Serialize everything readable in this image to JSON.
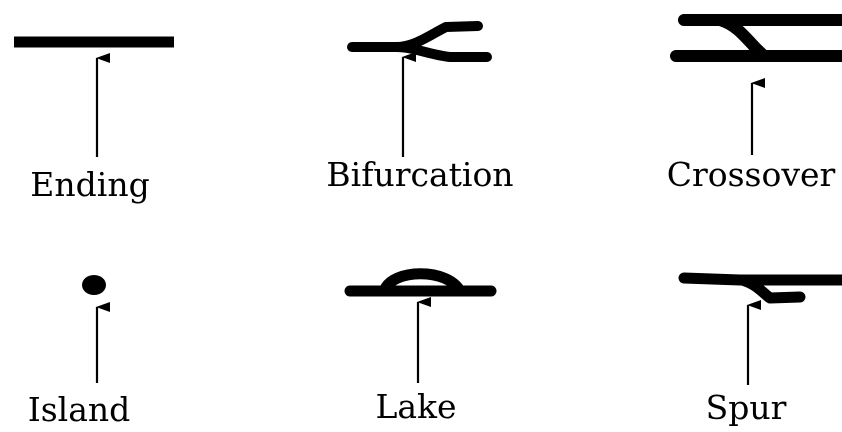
{
  "diagram": {
    "features": [
      {
        "id": "ending",
        "label": "Ending"
      },
      {
        "id": "bifurcation",
        "label": "Bifurcation"
      },
      {
        "id": "crossover",
        "label": "Crossover"
      },
      {
        "id": "island",
        "label": "Island"
      },
      {
        "id": "lake",
        "label": "Lake"
      },
      {
        "id": "spur",
        "label": "Spur"
      }
    ],
    "stroke_color": "#000000",
    "background_color": "#ffffff"
  }
}
